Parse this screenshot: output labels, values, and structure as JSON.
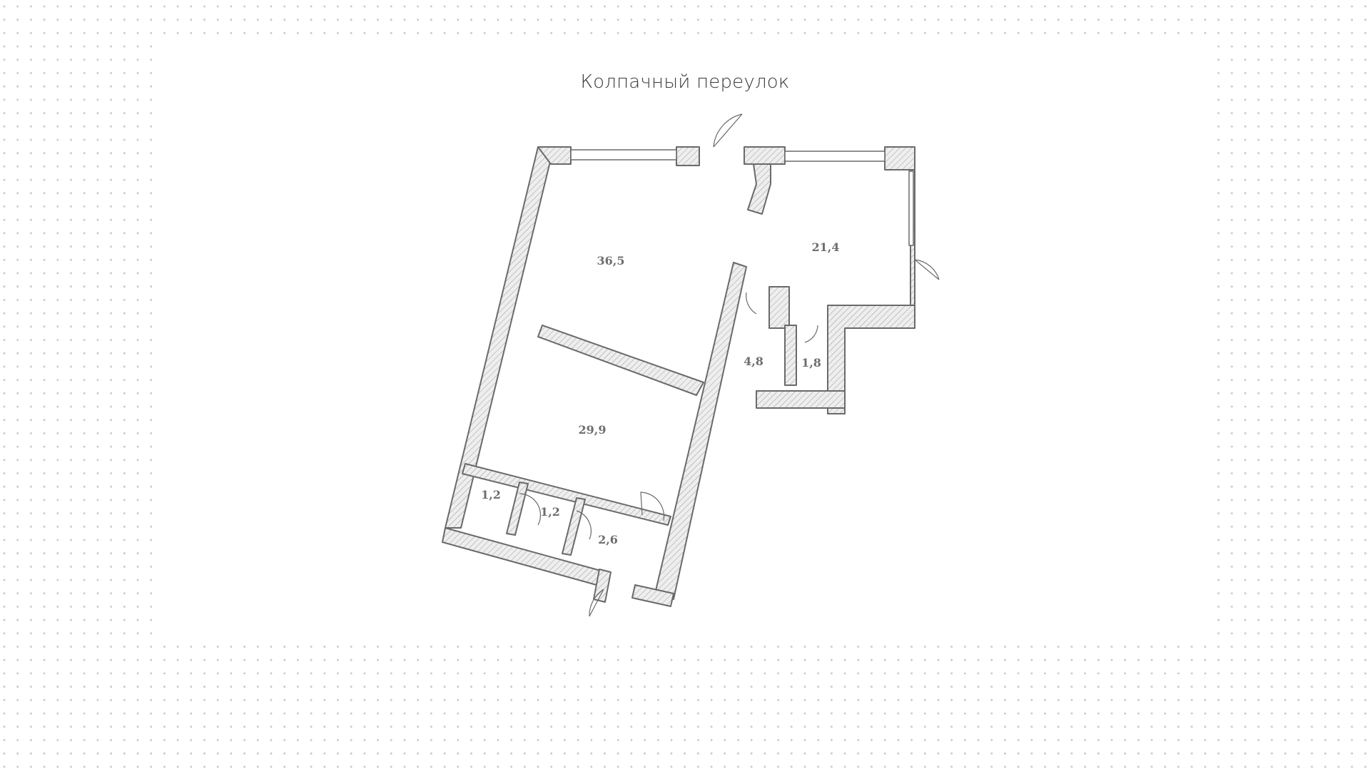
{
  "street_label": "Колпачный переулок",
  "rooms": [
    {
      "id": "room-36-5",
      "area": "36,5"
    },
    {
      "id": "room-21-4",
      "area": "21,4"
    },
    {
      "id": "room-4-8",
      "area": "4,8"
    },
    {
      "id": "room-1-8",
      "area": "1,8"
    },
    {
      "id": "room-29-9",
      "area": "29,9"
    },
    {
      "id": "room-1-2-a",
      "area": "1,2"
    },
    {
      "id": "room-1-2-b",
      "area": "1,2"
    },
    {
      "id": "room-2-6",
      "area": "2,6"
    }
  ],
  "colors": {
    "background": "#ffffff",
    "dots": "#bfc9c9",
    "wall_fill": "#ececec",
    "wall_stroke": "#6a6a6a",
    "label": "#6e6e6e",
    "street_text": "#3a3a3a"
  }
}
